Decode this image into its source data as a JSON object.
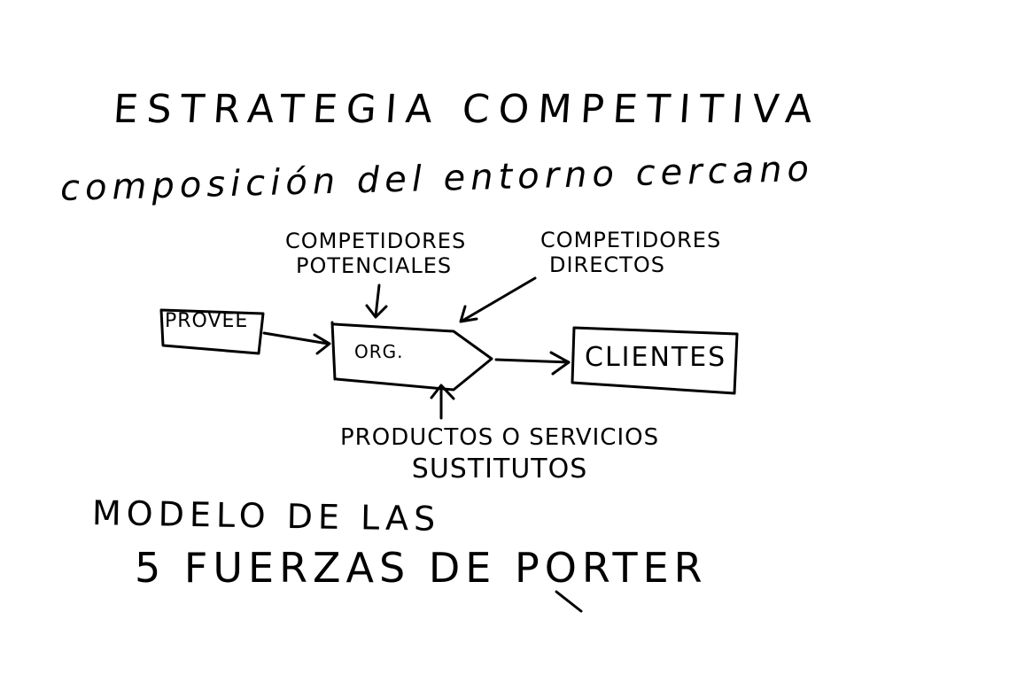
{
  "title": "ESTRATEGIA COMPETITIVA",
  "subtitle": "composición del entorno cercano",
  "diagram": {
    "labels": {
      "competidores_potenciales": [
        "COMPETIDORES",
        "POTENCIALES"
      ],
      "competidores_directos": [
        "COMPETIDORES",
        "DIRECTOS"
      ],
      "sustitutos": [
        "PRODUCTOS O SERVICIOS",
        "SUSTITUTOS"
      ]
    },
    "nodes": {
      "proveedores": "PROVEE",
      "organizacion": "ORG.",
      "clientes": "CLIENTES"
    }
  },
  "model": [
    "MODELO DE LAS",
    "5 FUERZAS DE PORTER"
  ]
}
